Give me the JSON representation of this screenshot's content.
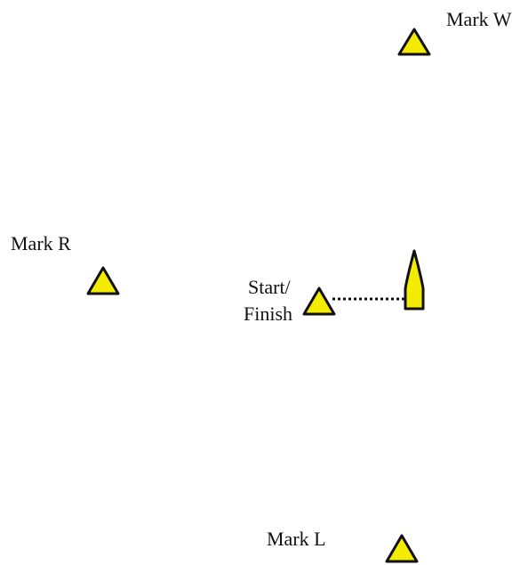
{
  "course": {
    "marks": {
      "windward": {
        "label": "Mark W",
        "icon": "triangle-buoy-icon"
      },
      "reach": {
        "label": "Mark R",
        "icon": "triangle-buoy-icon"
      },
      "leeward": {
        "label": "Mark L",
        "icon": "triangle-buoy-icon"
      },
      "start_finish": {
        "label_line1": "Start/",
        "label_line2": "Finish",
        "icon": "triangle-buoy-icon"
      }
    },
    "committee_boat": {
      "icon": "committee-boat-icon"
    },
    "start_line": {
      "style": "dotted"
    }
  },
  "colors": {
    "mark_fill": "#f4ec00",
    "outline": "#111111",
    "background": "#ffffff"
  }
}
